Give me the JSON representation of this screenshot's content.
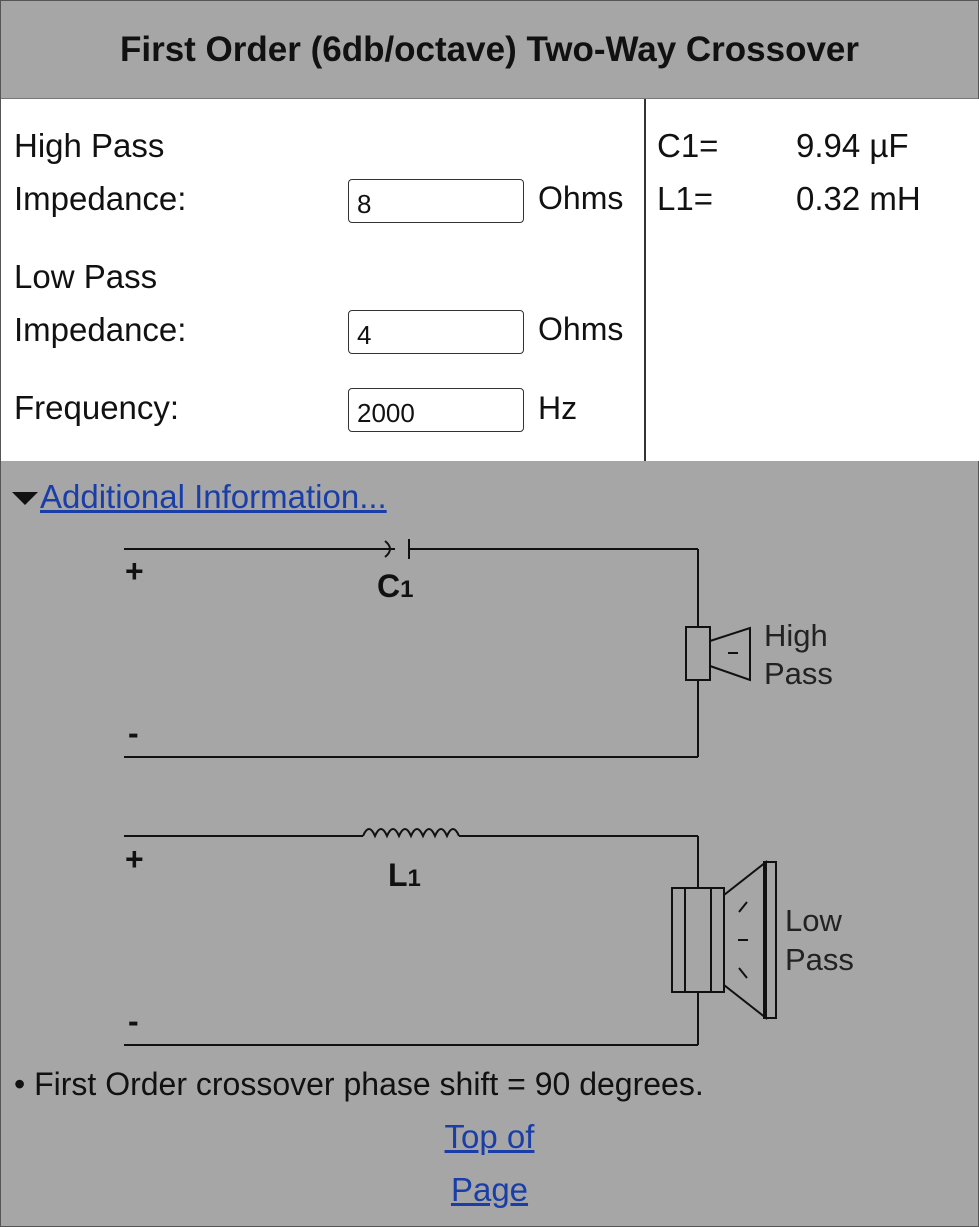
{
  "header": {
    "title": "First Order (6db/octave) Two-Way Crossover"
  },
  "form": {
    "high_pass_label": "High Pass",
    "high_pass_impedance_label": "Impedance:",
    "high_pass_impedance_value": "8",
    "high_pass_unit": "Ohms",
    "low_pass_label": "Low Pass",
    "low_pass_impedance_label": "Impedance:",
    "low_pass_impedance_value": "4",
    "low_pass_unit": "Ohms",
    "frequency_label": "Frequency:",
    "frequency_value": "2000",
    "frequency_unit": "Hz"
  },
  "results": {
    "c1_label": "C1=",
    "c1_value": "9.94 µF",
    "l1_label": "L1=",
    "l1_value": "0.32 mH"
  },
  "additional": {
    "link_text": "Additional Information...",
    "diagram": {
      "plus": "+",
      "minus": "-",
      "c1_label": "C",
      "c1_sub": "1",
      "l1_label": "L",
      "l1_sub": "1",
      "high_pass_line1": "High",
      "high_pass_line2": "Pass",
      "low_pass_line1": "Low",
      "low_pass_line2": "Pass"
    },
    "note": "• First Order crossover phase shift = 90 degrees.",
    "top_link_line1": "Top of",
    "top_link_line2": "Page"
  },
  "colors": {
    "background": "#a6a6a6",
    "panel": "#ffffff",
    "link": "#1a3ea8"
  }
}
